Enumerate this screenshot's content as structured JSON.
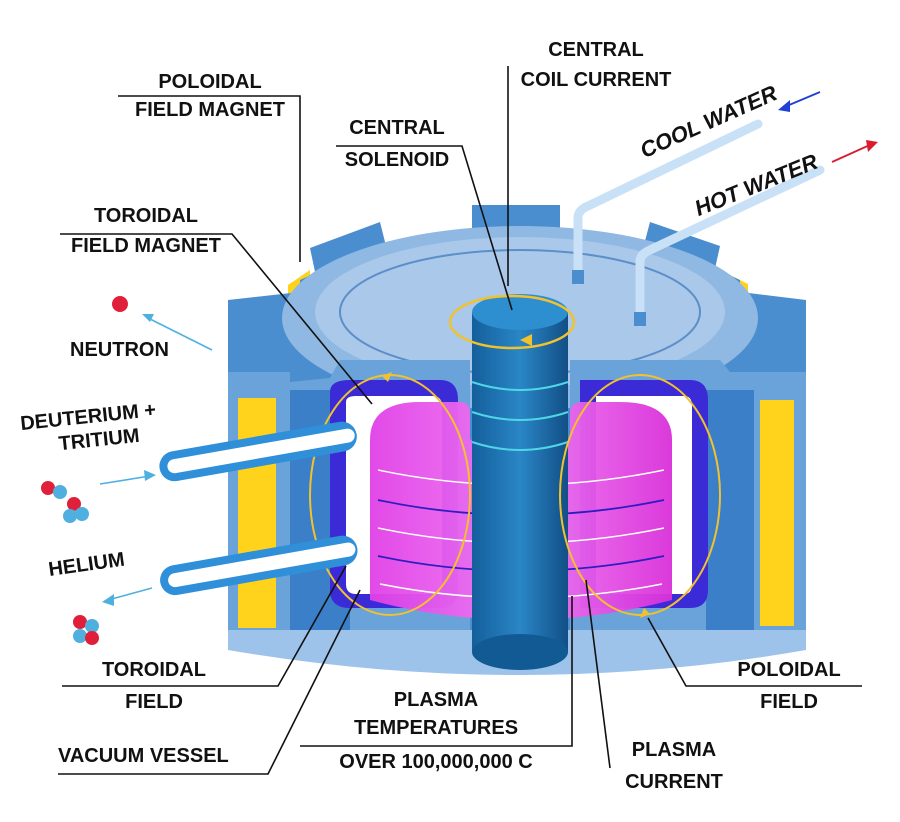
{
  "labels": {
    "poloidal_field_magnet": [
      "POLOIDAL",
      "FIELD MAGNET"
    ],
    "central_coil_current": [
      "CENTRAL",
      "COIL CURRENT"
    ],
    "central_solenoid": [
      "CENTRAL",
      "SOLENOID"
    ],
    "cool_water": "COOL WATER",
    "hot_water": "HOT WATER",
    "toroidal_field_magnet": [
      "TOROIDAL",
      "FIELD MAGNET"
    ],
    "neutron": "NEUTRON",
    "deuterium_tritium": [
      "DEUTERIUM +",
      "TRITIUM"
    ],
    "helium": "HELIUM",
    "toroidal_field": [
      "TOROIDAL",
      "FIELD"
    ],
    "vacuum_vessel": "VACUUM VESSEL",
    "plasma_temperatures": [
      "PLASMA",
      "TEMPERATURES",
      "OVER 100,000,000 C"
    ],
    "plasma_current": [
      "PLASMA",
      "CURRENT"
    ],
    "poloidal_field": [
      "POLOIDAL",
      "FIELD"
    ]
  },
  "colors": {
    "outer_shell": "#4a8ed0",
    "shell_light": "#9dc3ea",
    "yellow_magnet": "#ffd21c",
    "plasma": "#f03ef0",
    "solenoid": "#1a6fb0",
    "field_lines": "#f2c12e",
    "cool_arrow": "#1f3fd6",
    "hot_arrow": "#d81e2e",
    "neutron_red": "#e0203a",
    "particle_blue": "#4fb0e0"
  }
}
